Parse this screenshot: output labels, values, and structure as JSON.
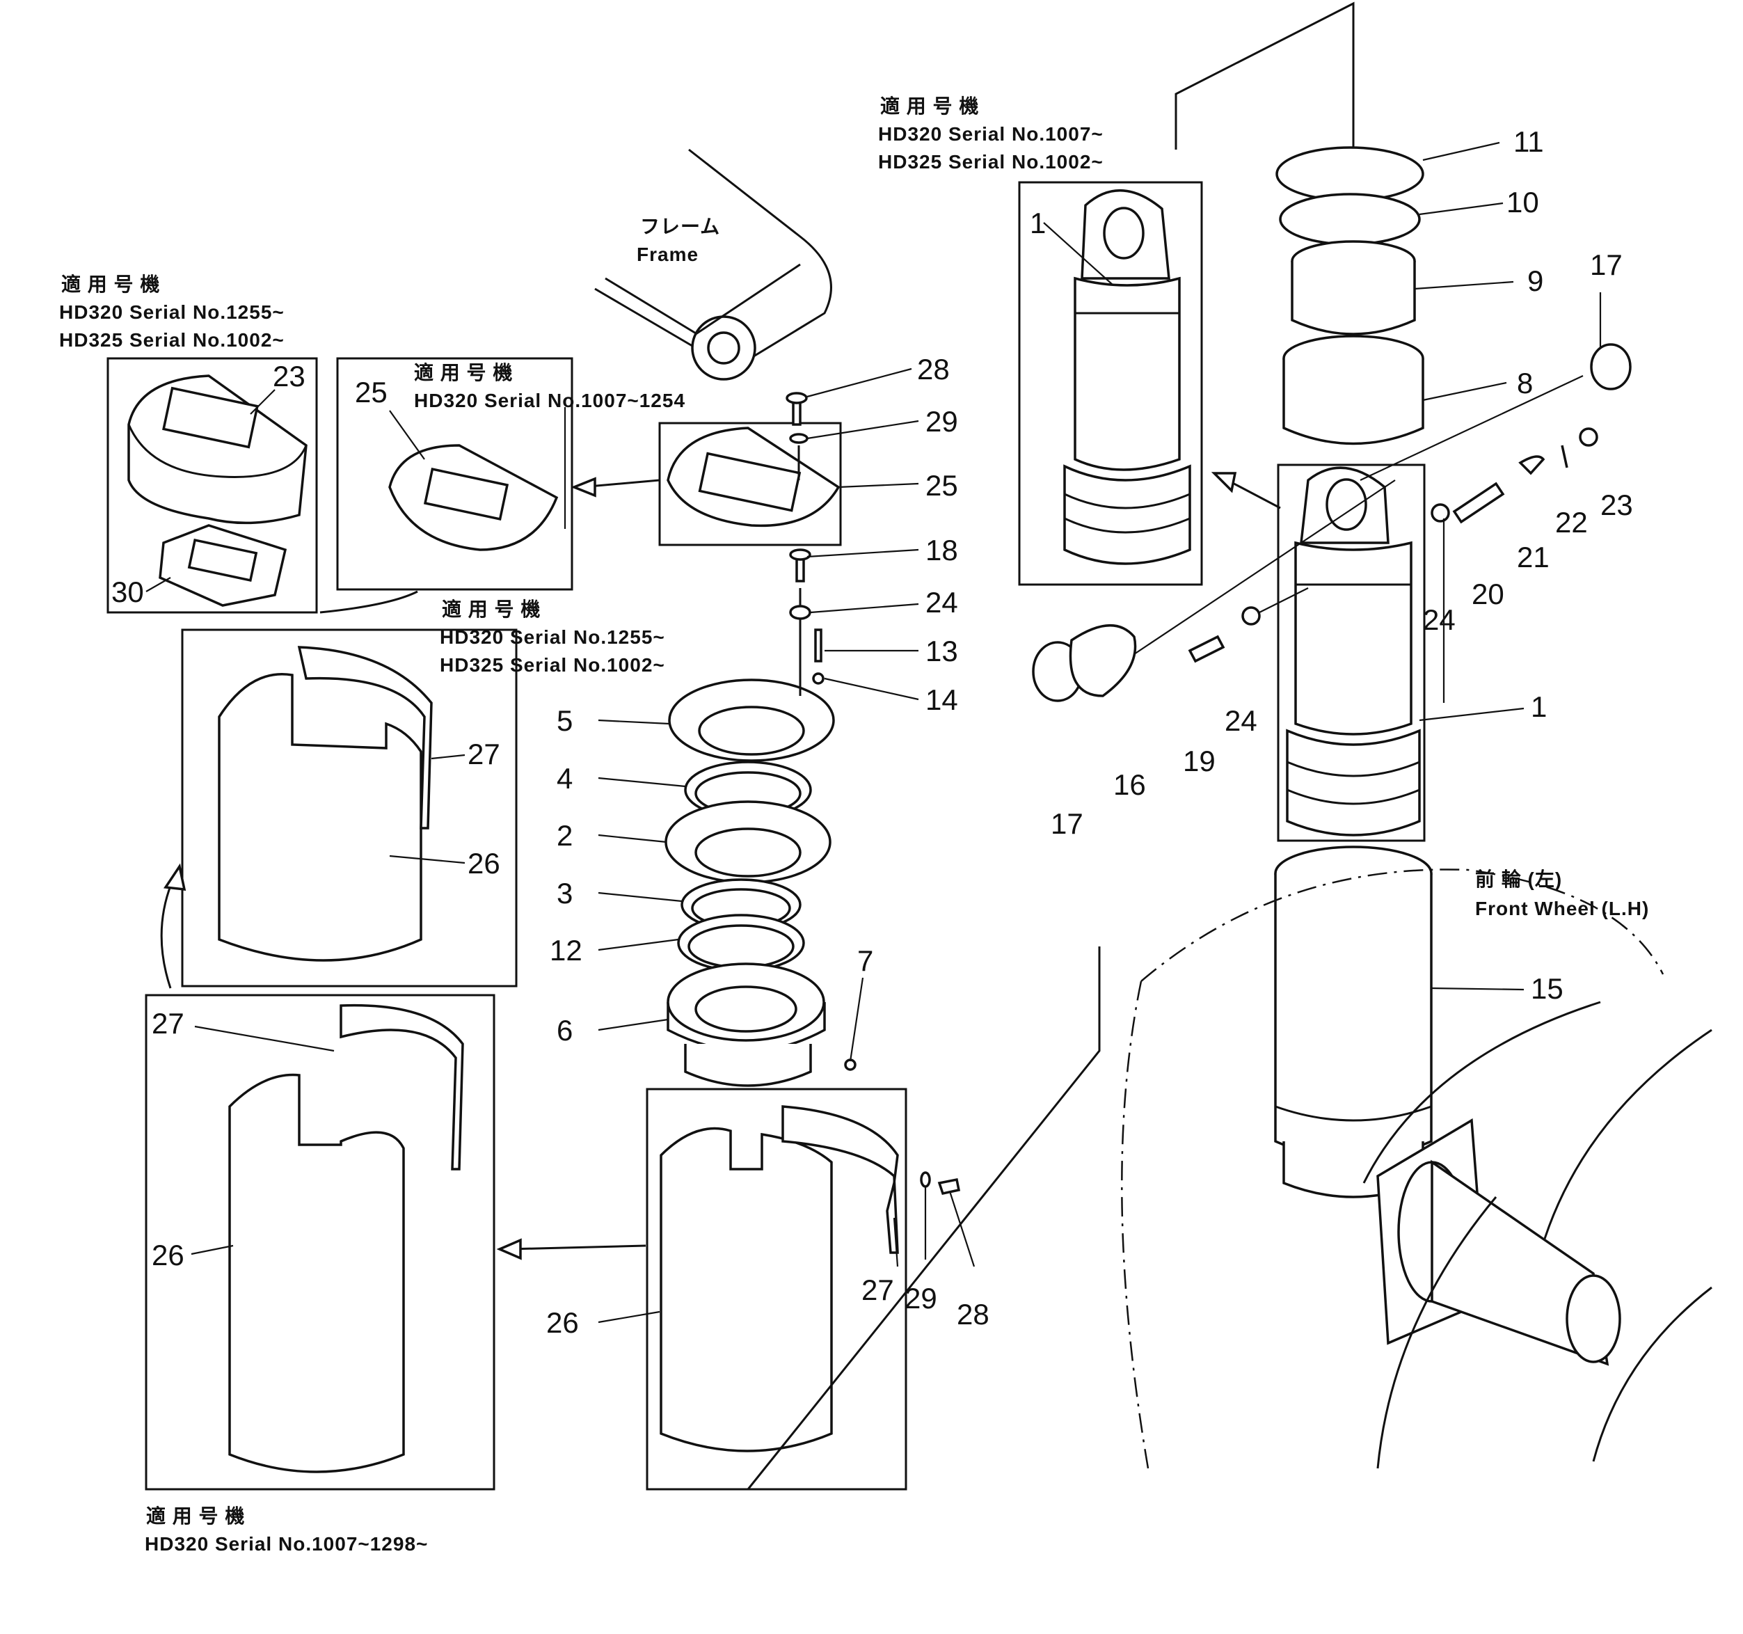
{
  "labels": {
    "frame_jp": "フレーム",
    "frame_en": "Frame",
    "wheel_jp": "前 輪 (左)",
    "wheel_en": "Front Wheel (L.H)"
  },
  "notes": {
    "applic_jp": "適 用 号 機",
    "top_right_1": "HD320 Serial No.1007~",
    "top_right_2": "HD325 Serial No.1002~",
    "top_left_1": "HD320 Serial No.1255~",
    "top_left_2": "HD325 Serial No.1002~",
    "mid_1": "HD320 Serial No.1007~1254",
    "left_mid_1": "HD320 Serial No.1255~",
    "left_mid_2": "HD325 Serial No.1002~",
    "bottom_1": "HD320 Serial No.1007~1298~"
  },
  "callouts": {
    "c1": "1",
    "c2": "2",
    "c3": "3",
    "c4": "4",
    "c5": "5",
    "c6": "6",
    "c7": "7",
    "c8": "8",
    "c9": "9",
    "c10": "10",
    "c11": "11",
    "c12": "12",
    "c13": "13",
    "c14": "14",
    "c15": "15",
    "c16": "16",
    "c17": "17",
    "c18": "18",
    "c19": "19",
    "c20": "20",
    "c21": "21",
    "c22": "22",
    "c23": "23",
    "c24": "24",
    "c25": "25",
    "c26": "26",
    "c27": "27",
    "c28": "28",
    "c29": "29",
    "c30": "30"
  }
}
